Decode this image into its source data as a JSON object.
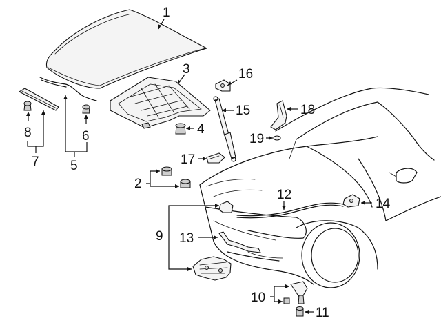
{
  "callouts": {
    "c1": "1",
    "c2": "2",
    "c3": "3",
    "c4": "4",
    "c5": "5",
    "c6": "6",
    "c7": "7",
    "c8": "8",
    "c9": "9",
    "c10": "10",
    "c11": "11",
    "c12": "12",
    "c13": "13",
    "c14": "14",
    "c15": "15",
    "c16": "16",
    "c17": "17",
    "c18": "18",
    "c19": "19"
  },
  "colors": {
    "line": "#111111",
    "background": "#ffffff",
    "fill": "#f4f4f4"
  }
}
